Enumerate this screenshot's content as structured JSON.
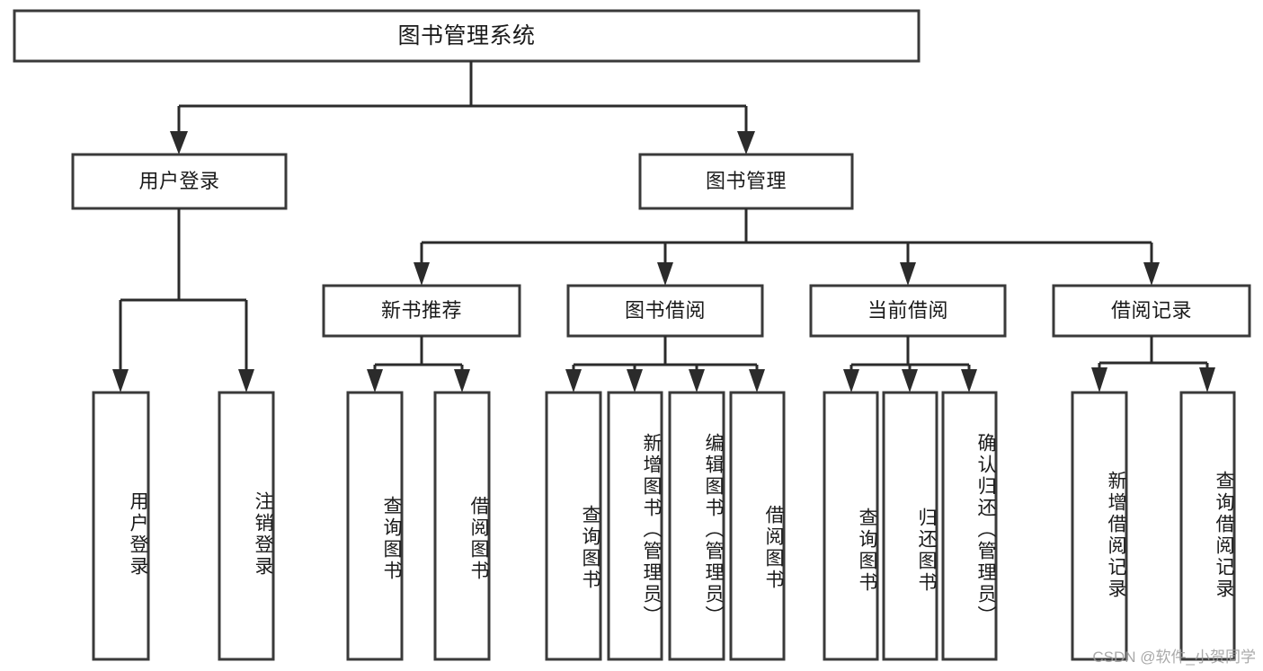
{
  "diagram": {
    "title": "图书管理系统",
    "watermark": "CSDN @软件_小贺同学",
    "colors": {
      "box_stroke": "#3a3a3a",
      "connector": "#2b2b2b",
      "box_fill": "#ffffff",
      "background": "#ffffff",
      "text": "#1a1a1a",
      "watermark": "#9b9b9b"
    },
    "root": {
      "label": "图书管理系统"
    },
    "level2": [
      {
        "label": "用户登录"
      },
      {
        "label": "图书管理"
      }
    ],
    "level3": [
      {
        "label": "新书推荐"
      },
      {
        "label": "图书借阅"
      },
      {
        "label": "当前借阅"
      },
      {
        "label": "借阅记录"
      }
    ],
    "leaves": {
      "user_login": [
        {
          "label": "用户登录"
        },
        {
          "label": "注销登录"
        }
      ],
      "new_book_recommend": [
        {
          "label": "查询图书"
        },
        {
          "label": "借阅图书"
        }
      ],
      "book_borrow": [
        {
          "label": "查询图书"
        },
        {
          "label": "新增图书（管理员）"
        },
        {
          "label": "编辑图书（管理员）"
        },
        {
          "label": "借阅图书"
        }
      ],
      "current_borrow": [
        {
          "label": "查询图书"
        },
        {
          "label": "归还图书"
        },
        {
          "label": "确认归还（管理员）"
        }
      ],
      "borrow_record": [
        {
          "label": "新增借阅记录"
        },
        {
          "label": "查询借阅记录"
        }
      ]
    }
  }
}
